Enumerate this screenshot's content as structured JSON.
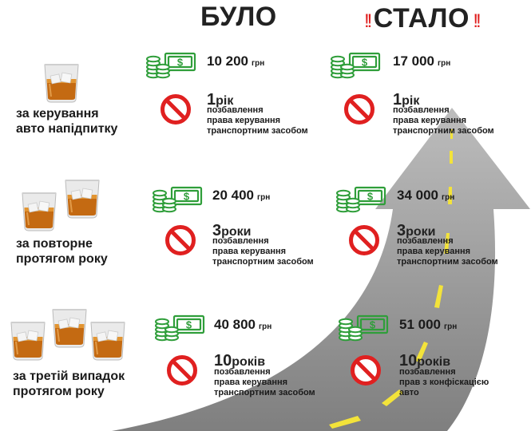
{
  "headers": {
    "before": "БУЛО",
    "after": "СТАЛО",
    "warning_mark": "!!"
  },
  "currency": "грн",
  "colors": {
    "money": "#2f9e3a",
    "prohibit": "#e02020",
    "road": "#8e8e8e",
    "road_dash": "#f3e33a"
  },
  "icons": {
    "money": "money-stack-icon",
    "prohibit": "prohibition-icon",
    "glass": "whiskey-glass-icon",
    "road": "road-arrow-icon"
  },
  "rows": [
    {
      "label_line1": "за керування",
      "label_line2": "авто напідпитку",
      "glasses": 1,
      "before": {
        "amount": "10 200",
        "num": "1",
        "word": "рік",
        "desc1": "позбавлення",
        "desc2": "права керування",
        "desc3": "транспортним засобом"
      },
      "after": {
        "amount": "17 000",
        "num": "1",
        "word": "рік",
        "desc1": "позбавлення",
        "desc2": "права керування",
        "desc3": "транспортним засобом"
      }
    },
    {
      "label_line1": "за повторне",
      "label_line2": "протягом року",
      "glasses": 2,
      "before": {
        "amount": "20 400",
        "num": "3",
        "word": "роки",
        "desc1": "позбавлення",
        "desc2": "права керування",
        "desc3": "транспортним засобом"
      },
      "after": {
        "amount": "34 000",
        "num": "3",
        "word": "роки",
        "desc1": "позбавлення",
        "desc2": "права керування",
        "desc3": "транспортним засобом"
      }
    },
    {
      "label_line1": "за третій випадок",
      "label_line2": "протягом року",
      "glasses": 3,
      "before": {
        "amount": "40 800",
        "num": "10",
        "word": "років",
        "desc1": "позбавлення",
        "desc2": "права керування",
        "desc3": "транспортним засобом"
      },
      "after": {
        "amount": "51 000",
        "num": "10",
        "word": "років",
        "desc1": "позбавлення",
        "desc2": "прав з конфіскацією",
        "desc3": "авто"
      }
    }
  ]
}
